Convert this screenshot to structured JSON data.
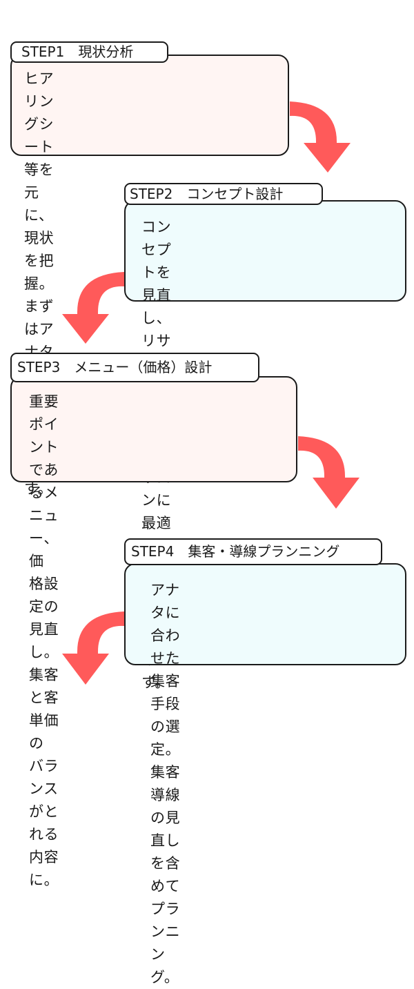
{
  "theme": {
    "arrow_color": "#ff5a5a",
    "pink_box": "#fff5f3",
    "cyan_box": "#effcfd"
  },
  "steps": [
    {
      "label": "STEP1　現状分析",
      "text": "ヒアリングシート等を元に、現状\nを把握。まずはアナタの課題を明\n確にします。"
    },
    {
      "label": "STEP2　コンセプト設計",
      "text": "コンセプトを見直し、リサーチを\n元にアナタのサロンに最適なコン\nセプトを見つけます。"
    },
    {
      "label": "STEP3　メニュー（価格）設計",
      "text": "重要ポイントであるメニュー、価\n格設定の見直し。集客と客単価の\nバランスがとれる内容に。"
    },
    {
      "label": "STEP4　集客・導線プランニング",
      "text": "アナタに合わせた集客手段の選\n定。集客導線の見直しを含めて\nプランニング。"
    }
  ]
}
